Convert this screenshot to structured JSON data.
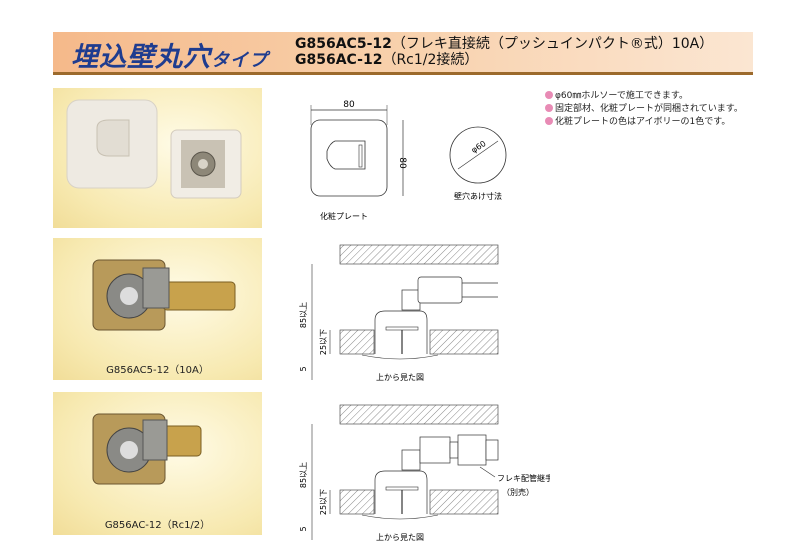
{
  "header": {
    "title_main": "埋込壁丸穴",
    "title_suffix": "タイプ",
    "model1_code": "G856AC5-12",
    "model1_desc": "（フレキ直接続（プッシュインパクト®式）10A）",
    "model2_code": "G856AC-12",
    "model2_desc": "（Rc1/2接続）"
  },
  "notes": [
    "φ60㎜ホルソーで施工できます。",
    "固定部材、化粧プレートが同梱されています。",
    "化粧プレートの色はアイボリーの1色です。"
  ],
  "plate_drawing": {
    "width_label": "80",
    "height_label": "80",
    "caption": "化粧プレート"
  },
  "hole_drawing": {
    "diameter_label": "φ60",
    "caption": "壁穴あけ寸法"
  },
  "products": [
    {
      "caption": "G856AC5-12（10A）"
    },
    {
      "caption": "G856AC-12（Rc1/2）"
    }
  ],
  "section_drawings": [
    {
      "dim_85": "85以上",
      "dim_25": "25以下",
      "dim_5": "5",
      "caption": "上から見た図"
    },
    {
      "dim_85": "85以上",
      "dim_25": "25以下",
      "dim_5": "5",
      "caption": "上から見た図",
      "callout": "フレキ配管継手",
      "callout_note": "（別売）"
    }
  ],
  "colors": {
    "title": "#1f3c8f",
    "header_line": "#9c6a2c",
    "bullet": "#e88bb5"
  }
}
